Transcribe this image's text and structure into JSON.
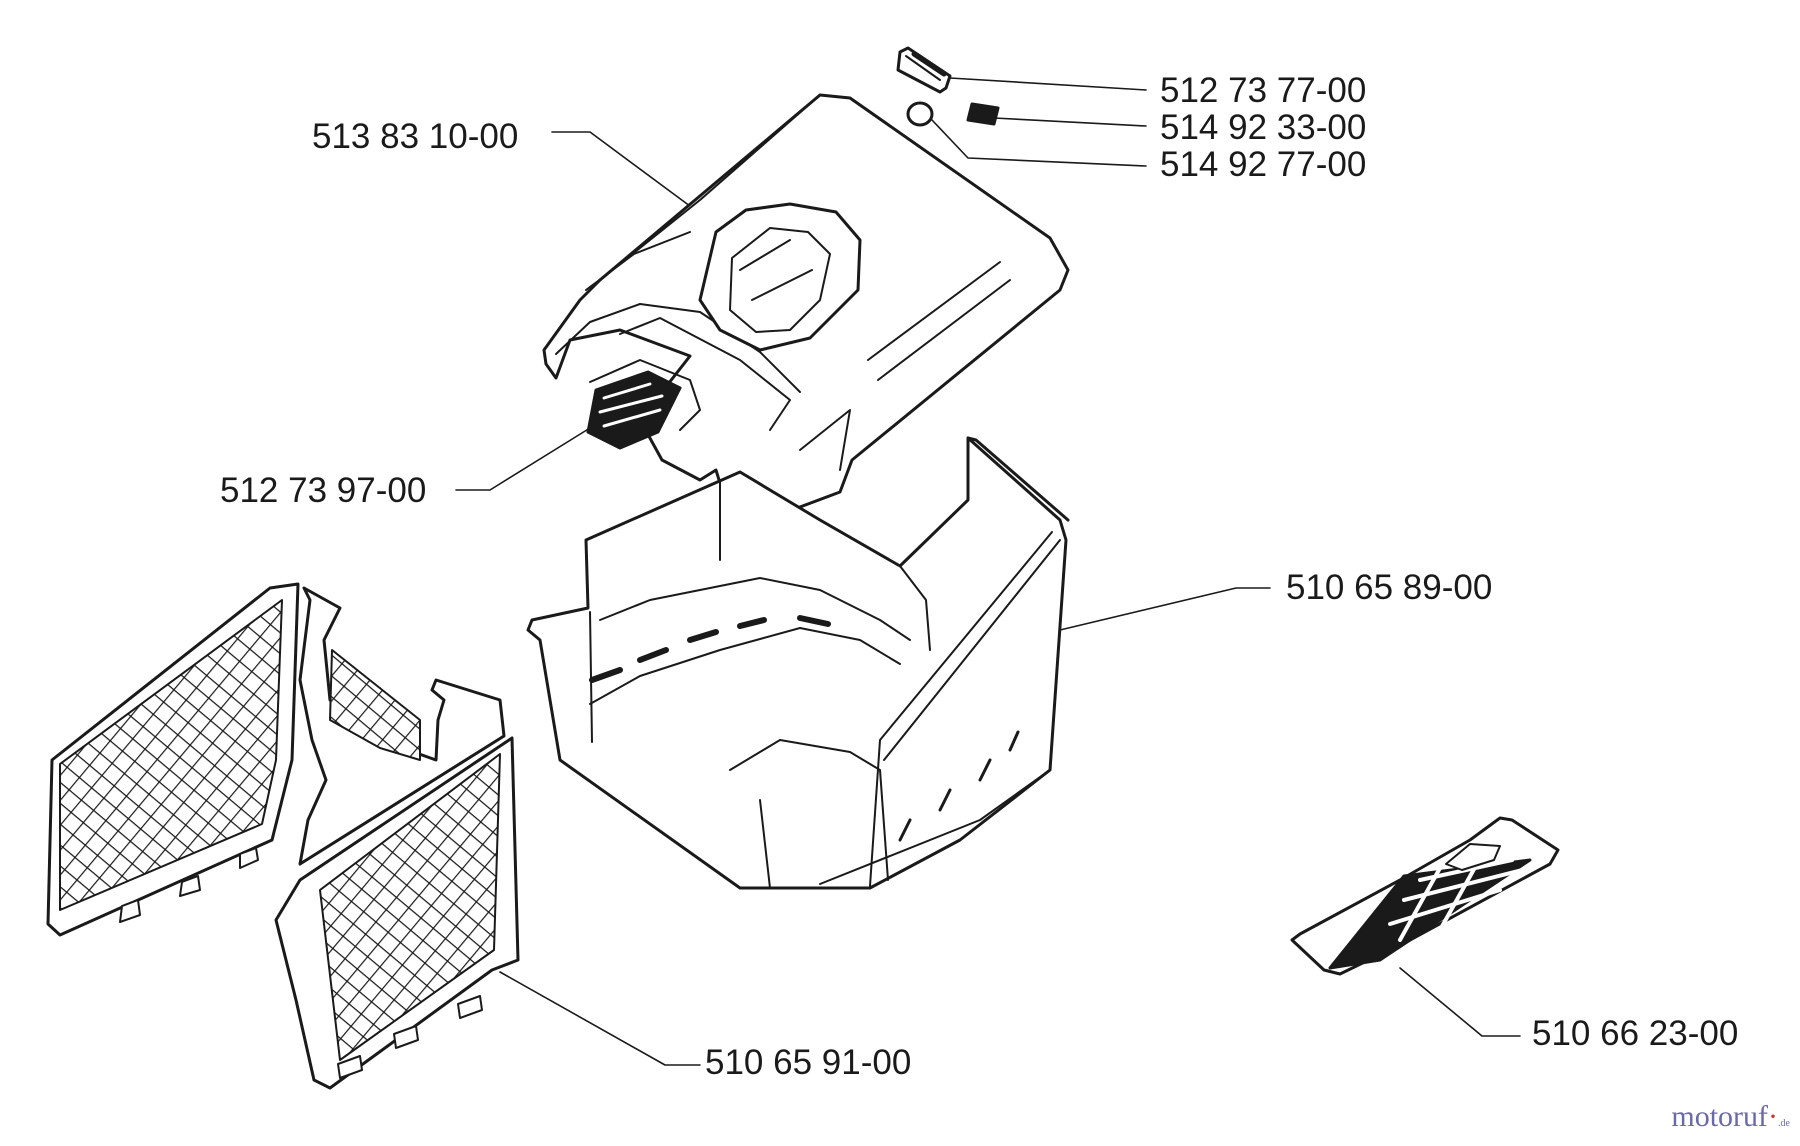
{
  "parts": [
    {
      "id": "lid",
      "number": "513 83 10-00"
    },
    {
      "id": "cap-clip",
      "number": "512 73 77-00"
    },
    {
      "id": "small-pad",
      "number": "514 92 33-00"
    },
    {
      "id": "ring",
      "number": "514 92 77-00"
    },
    {
      "id": "grip-insert",
      "number": "512 73 97-00"
    },
    {
      "id": "bag-frame",
      "number": "510 65 89-00"
    },
    {
      "id": "mesh-side-panels",
      "number": "510 65 91-00"
    },
    {
      "id": "deflector-flap",
      "number": "510 66 23-00"
    }
  ],
  "watermark": {
    "main": "motoruf",
    "accent_char": "·",
    "suffix": ".de"
  },
  "colors": {
    "line": "#1a1a1a",
    "watermark": "#6a6aa6",
    "watermark_accent": "#c0392b"
  }
}
